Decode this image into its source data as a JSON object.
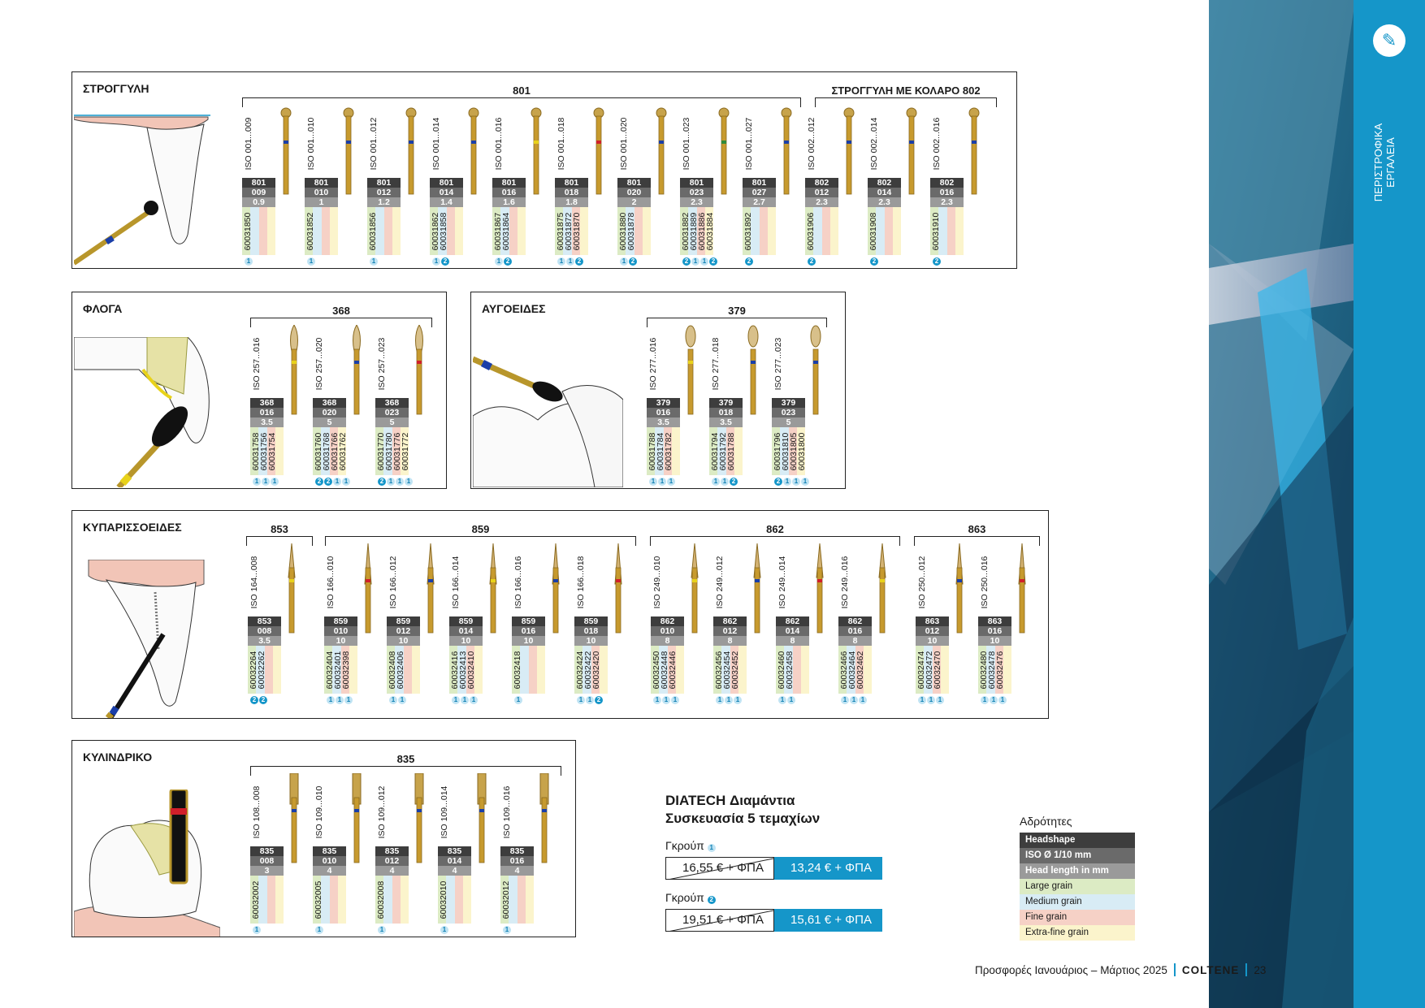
{
  "side_tab": {
    "line1": "ΠΕΡΙΣΤΡΟΦΙΚΑ",
    "line2": "ΕΡΓΑΛΕΙΑ"
  },
  "sections": [
    {
      "title": "ΣΤΡΟΓΓΥΛΗ",
      "groups": [
        {
          "label": "801"
        },
        {
          "label": "ΣΤΡΟΓΓΥΛΗ ΜΕ ΚΟΛΑΡΟ 802"
        }
      ],
      "items": [
        {
          "iso": "ISO 001...009",
          "spec": [
            "801",
            "009",
            "0.9"
          ],
          "refs": [
            "60031850"
          ],
          "groups": [
            "1"
          ],
          "band": "blue",
          "shape": "round"
        },
        {
          "iso": "ISO 001...010",
          "spec": [
            "801",
            "010",
            "1"
          ],
          "refs": [
            "60031852"
          ],
          "groups": [
            "1"
          ],
          "band": "blue",
          "shape": "round"
        },
        {
          "iso": "ISO 001...012",
          "spec": [
            "801",
            "012",
            "1.2"
          ],
          "refs": [
            "60031856"
          ],
          "groups": [
            "1"
          ],
          "band": "blue",
          "shape": "round"
        },
        {
          "iso": "ISO 001...014",
          "spec": [
            "801",
            "014",
            "1.4"
          ],
          "refs": [
            "60031862",
            "60031858"
          ],
          "groups": [
            "1",
            "2"
          ],
          "band": "blue",
          "shape": "round"
        },
        {
          "iso": "ISO 001...016",
          "spec": [
            "801",
            "016",
            "1.6"
          ],
          "refs": [
            "60031867",
            "60031864"
          ],
          "groups": [
            "1",
            "2"
          ],
          "band": "yellow",
          "shape": "round"
        },
        {
          "iso": "ISO 001...018",
          "spec": [
            "801",
            "018",
            "1.8"
          ],
          "refs": [
            "60031875",
            "60031872",
            "60031870"
          ],
          "groups": [
            "1",
            "1",
            "2"
          ],
          "band": "red",
          "shape": "round"
        },
        {
          "iso": "ISO 001...020",
          "spec": [
            "801",
            "020",
            "2"
          ],
          "refs": [
            "60031880",
            "60031878"
          ],
          "groups": [
            "1",
            "2"
          ],
          "band": "blue",
          "shape": "round"
        },
        {
          "iso": "ISO 001...023",
          "spec": [
            "801",
            "023",
            "2.3"
          ],
          "refs": [
            "60031882",
            "60031889",
            "60031886",
            "60031884"
          ],
          "groups": [
            "2",
            "1",
            "1",
            "2"
          ],
          "band": "green",
          "shape": "round"
        },
        {
          "iso": "ISO 001...027",
          "spec": [
            "801",
            "027",
            "2.7"
          ],
          "refs": [
            "60031892"
          ],
          "groups": [
            "2"
          ],
          "band": "blue",
          "shape": "round"
        },
        {
          "iso": "ISO 002...012",
          "spec": [
            "802",
            "012",
            "2.3"
          ],
          "refs": [
            "60031906"
          ],
          "groups": [
            "2"
          ],
          "band": "blue",
          "shape": "round"
        },
        {
          "iso": "ISO 002...014",
          "spec": [
            "802",
            "014",
            "2.3"
          ],
          "refs": [
            "60031908"
          ],
          "groups": [
            "2"
          ],
          "band": "blue",
          "shape": "round"
        },
        {
          "iso": "ISO 002...016",
          "spec": [
            "802",
            "016",
            "2.3"
          ],
          "refs": [
            "60031910"
          ],
          "groups": [
            "2"
          ],
          "band": "blue",
          "shape": "round"
        }
      ]
    },
    {
      "title": "ΦΛΟΓΑ",
      "groups": [
        {
          "label": "368"
        }
      ],
      "items": [
        {
          "iso": "ISO 257...016",
          "spec": [
            "368",
            "016",
            "3.5"
          ],
          "refs": [
            "60031758",
            "60031756",
            "60031754"
          ],
          "groups": [
            "1",
            "1",
            "1"
          ],
          "band": "yellow",
          "shape": "flame"
        },
        {
          "iso": "ISO 257...020",
          "spec": [
            "368",
            "020",
            "5"
          ],
          "refs": [
            "60031760",
            "60031768",
            "60031766",
            "60031762"
          ],
          "groups": [
            "2",
            "2",
            "1",
            "1"
          ],
          "band": "blue",
          "shape": "flame"
        },
        {
          "iso": "ISO 257...023",
          "spec": [
            "368",
            "023",
            "5"
          ],
          "refs": [
            "60031770",
            "60031780",
            "60031776",
            "60031772"
          ],
          "groups": [
            "2",
            "1",
            "1",
            "1"
          ],
          "band": "red",
          "shape": "flame"
        }
      ]
    },
    {
      "title": "ΑΥΓΟΕΙΔΕΣ",
      "groups": [
        {
          "label": "379"
        }
      ],
      "items": [
        {
          "iso": "ISO 277...016",
          "spec": [
            "379",
            "016",
            "3.5"
          ],
          "refs": [
            "60031788",
            "60031784",
            "60031782"
          ],
          "groups": [
            "1",
            "1",
            "1"
          ],
          "band": "yellow",
          "shape": "egg"
        },
        {
          "iso": "ISO 277...018",
          "spec": [
            "379",
            "018",
            "3.5"
          ],
          "refs": [
            "60031794",
            "60031792",
            "60031788"
          ],
          "groups": [
            "1",
            "1",
            "2"
          ],
          "band": "blue",
          "shape": "egg"
        },
        {
          "iso": "ISO 277...023",
          "spec": [
            "379",
            "023",
            "5"
          ],
          "refs": [
            "60031796",
            "60031810",
            "60031805",
            "60031800"
          ],
          "groups": [
            "2",
            "1",
            "1",
            "1"
          ],
          "band": "blue",
          "shape": "egg"
        }
      ]
    },
    {
      "title": "ΚΥΠΑΡΙΣΣΟΕΙΔΕΣ",
      "groups": [
        {
          "label": "853"
        },
        {
          "label": "859"
        },
        {
          "label": "862"
        },
        {
          "label": "863"
        }
      ],
      "items": [
        {
          "iso": "ISO 164...008",
          "spec": [
            "853",
            "008",
            "3.5"
          ],
          "refs": [
            "60032264",
            "60032262"
          ],
          "groups": [
            "2",
            "2"
          ],
          "band": "yellow",
          "shape": "cone"
        },
        {
          "iso": "ISO 166...010",
          "spec": [
            "859",
            "010",
            "10"
          ],
          "refs": [
            "60032404",
            "60032401",
            "60032398"
          ],
          "groups": [
            "1",
            "1",
            "1"
          ],
          "band": "red",
          "shape": "needle"
        },
        {
          "iso": "ISO 166...012",
          "spec": [
            "859",
            "012",
            "10"
          ],
          "refs": [
            "60032408",
            "60032406"
          ],
          "groups": [
            "1",
            "1"
          ],
          "band": "blue",
          "shape": "needle"
        },
        {
          "iso": "ISO 166...014",
          "spec": [
            "859",
            "014",
            "10"
          ],
          "refs": [
            "60032416",
            "60032413",
            "60032410"
          ],
          "groups": [
            "1",
            "1",
            "1"
          ],
          "band": "yellow",
          "shape": "needle"
        },
        {
          "iso": "ISO 166...016",
          "spec": [
            "859",
            "016",
            "10"
          ],
          "refs": [
            "60032418"
          ],
          "groups": [
            "1"
          ],
          "band": "blue",
          "shape": "needle"
        },
        {
          "iso": "ISO 166...018",
          "spec": [
            "859",
            "018",
            "10"
          ],
          "refs": [
            "60032424",
            "60032422",
            "60032420"
          ],
          "groups": [
            "1",
            "1",
            "2"
          ],
          "band": "red",
          "shape": "needle"
        },
        {
          "iso": "ISO 249...010",
          "spec": [
            "862",
            "010",
            "8"
          ],
          "refs": [
            "60032450",
            "60032448",
            "60032446"
          ],
          "groups": [
            "1",
            "1",
            "1"
          ],
          "band": "yellow",
          "shape": "cone"
        },
        {
          "iso": "ISO 249...012",
          "spec": [
            "862",
            "012",
            "8"
          ],
          "refs": [
            "60032456",
            "60032454",
            "60032452"
          ],
          "groups": [
            "1",
            "1",
            "1"
          ],
          "band": "blue",
          "shape": "cone"
        },
        {
          "iso": "ISO 249...014",
          "spec": [
            "862",
            "014",
            "8"
          ],
          "refs": [
            "60032460",
            "60032458"
          ],
          "groups": [
            "1",
            "1"
          ],
          "band": "red",
          "shape": "cone"
        },
        {
          "iso": "ISO 249...016",
          "spec": [
            "862",
            "016",
            "8"
          ],
          "refs": [
            "60032466",
            "60032464",
            "60032462"
          ],
          "groups": [
            "1",
            "1",
            "1"
          ],
          "band": "yellow",
          "shape": "cone"
        },
        {
          "iso": "ISO 250...012",
          "spec": [
            "863",
            "012",
            "10"
          ],
          "refs": [
            "60032474",
            "60032472",
            "60032470"
          ],
          "groups": [
            "1",
            "1",
            "1"
          ],
          "band": "blue",
          "shape": "needle"
        },
        {
          "iso": "ISO 250...016",
          "spec": [
            "863",
            "016",
            "10"
          ],
          "refs": [
            "60032480",
            "60032478",
            "60032476"
          ],
          "groups": [
            "1",
            "1",
            "1"
          ],
          "band": "red",
          "shape": "needle"
        }
      ]
    },
    {
      "title": "ΚΥΛΙΝΔΡΙΚΟ",
      "groups": [
        {
          "label": "835"
        }
      ],
      "items": [
        {
          "iso": "ISO 108...008",
          "spec": [
            "835",
            "008",
            "3"
          ],
          "refs": [
            "60032002"
          ],
          "groups": [
            "1"
          ],
          "band": "blue",
          "shape": "cyl"
        },
        {
          "iso": "ISO 109...010",
          "spec": [
            "835",
            "010",
            "4"
          ],
          "refs": [
            "60032005"
          ],
          "groups": [
            "1"
          ],
          "band": "blue",
          "shape": "cyl"
        },
        {
          "iso": "ISO 109...012",
          "spec": [
            "835",
            "012",
            "4"
          ],
          "refs": [
            "60032008"
          ],
          "groups": [
            "1"
          ],
          "band": "blue",
          "shape": "cyl"
        },
        {
          "iso": "ISO 109...014",
          "spec": [
            "835",
            "014",
            "4"
          ],
          "refs": [
            "60032010"
          ],
          "groups": [
            "1"
          ],
          "band": "blue",
          "shape": "cyl"
        },
        {
          "iso": "ISO 109...016",
          "spec": [
            "835",
            "016",
            "4"
          ],
          "refs": [
            "60032012"
          ],
          "groups": [
            "1"
          ],
          "band": "blue",
          "shape": "cyl"
        }
      ]
    }
  ],
  "promo": {
    "title_line1": "DIATECH Διαμάντια",
    "title_line2": "Συσκευασία 5 τεμαχίων",
    "group1_label": "Γκρούπ",
    "group1_badge": "1",
    "group1_old": "16,55 € + ΦΠΑ",
    "group1_new": "13,24 € + ΦΠΑ",
    "group2_label": "Γκρούπ",
    "group2_badge": "2",
    "group2_old": "19,51 € + ΦΠΑ",
    "group2_new": "15,61 € + ΦΠΑ"
  },
  "legend": {
    "title": "Αδρότητες",
    "rows": [
      "Headshape",
      "ISO Ø 1/10 mm",
      "Head length in mm",
      "Large grain",
      "Medium grain",
      "Fine grain",
      "Extra-fine grain"
    ]
  },
  "footer": {
    "text": "Προσφορές Ιανουάριος – Μάρτιος 2025",
    "brand": "COLTENE",
    "page": "23"
  },
  "colors": {
    "accent": "#1596c9",
    "band_blue": "#1a3ea8",
    "band_red": "#d0202a",
    "band_yellow": "#e8d21a",
    "band_green": "#2f8a3a",
    "grain_large": "#dcebc4",
    "grain_medium": "#d8ecf5",
    "grain_fine": "#f6d1c6",
    "grain_extra_fine": "#fbf4cc"
  }
}
